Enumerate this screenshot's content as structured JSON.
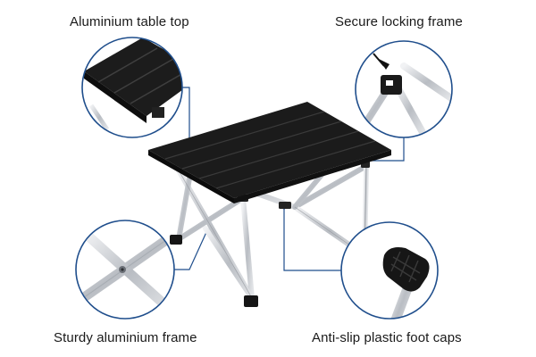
{
  "callouts": {
    "top_left": "Aluminium table top",
    "top_right": "Secure locking frame",
    "bottom_left": "Sturdy aluminium frame",
    "bottom_right": "Anti-slip plastic foot caps"
  },
  "colors": {
    "callout_ring": "#1f4e8c",
    "tabletop": "#1b1b1b",
    "frame": "#c9ccd1",
    "foot_cap": "#151515"
  }
}
